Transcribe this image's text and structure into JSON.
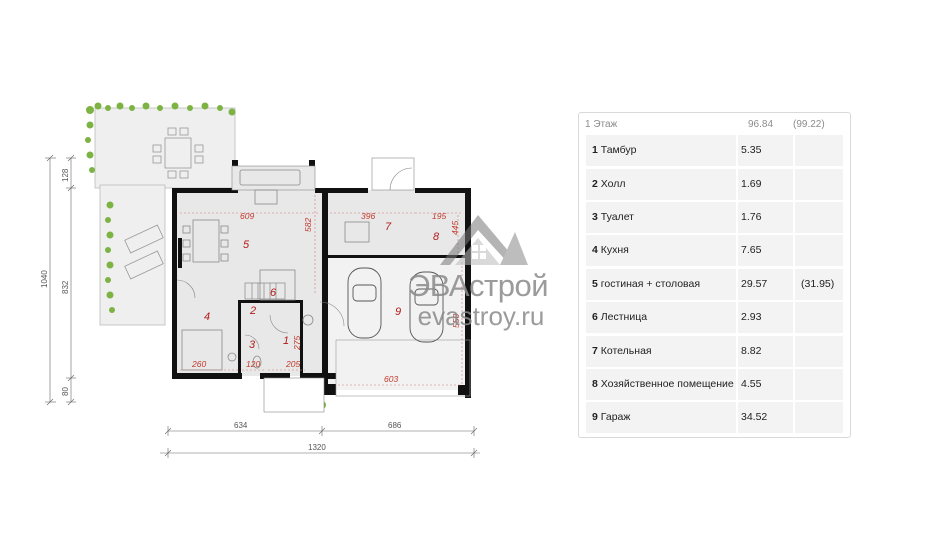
{
  "plan": {
    "dims": {
      "left_total": "1040",
      "left_top": "128",
      "left_mid": "832",
      "left_bottom": "80",
      "bottom_left": "634",
      "bottom_right": "686",
      "bottom_total": "1320",
      "inner_609": "609",
      "inner_396": "396",
      "inner_195": "195",
      "inner_582": "582",
      "inner_260": "260",
      "inner_120": "120",
      "inner_205": "205",
      "inner_275": "275",
      "inner_603": "603",
      "inner_550": "550",
      "inner_445": "445"
    },
    "rooms": [
      "1",
      "2",
      "3",
      "4",
      "5",
      "6",
      "7",
      "8",
      "9"
    ]
  },
  "logo": {
    "line1": "ЭВАстрой",
    "line2": "evastroy.ru"
  },
  "table": {
    "header": {
      "label": "1 Этаж",
      "total": "96.84",
      "total_alt": "(99.22)"
    },
    "rows": [
      {
        "num": "1",
        "name": "Тамбур",
        "area": "5.35",
        "alt": ""
      },
      {
        "num": "2",
        "name": "Холл",
        "area": "1.69",
        "alt": ""
      },
      {
        "num": "3",
        "name": "Туалет",
        "area": "1.76",
        "alt": ""
      },
      {
        "num": "4",
        "name": "Кухня",
        "area": "7.65",
        "alt": ""
      },
      {
        "num": "5",
        "name": "гостиная + столовая",
        "area": "29.57",
        "alt": "(31.95)"
      },
      {
        "num": "6",
        "name": "Лестница",
        "area": "2.93",
        "alt": ""
      },
      {
        "num": "7",
        "name": "Котельная",
        "area": "8.82",
        "alt": ""
      },
      {
        "num": "8",
        "name": "Хозяйственное помещение",
        "area": "4.55",
        "alt": ""
      },
      {
        "num": "9",
        "name": "Гараж",
        "area": "34.52",
        "alt": ""
      }
    ]
  },
  "colors": {
    "wall": "#111111",
    "room_fill": "#e8e8e8",
    "plant": "#7cb342",
    "dim_red": "#c0392b"
  }
}
